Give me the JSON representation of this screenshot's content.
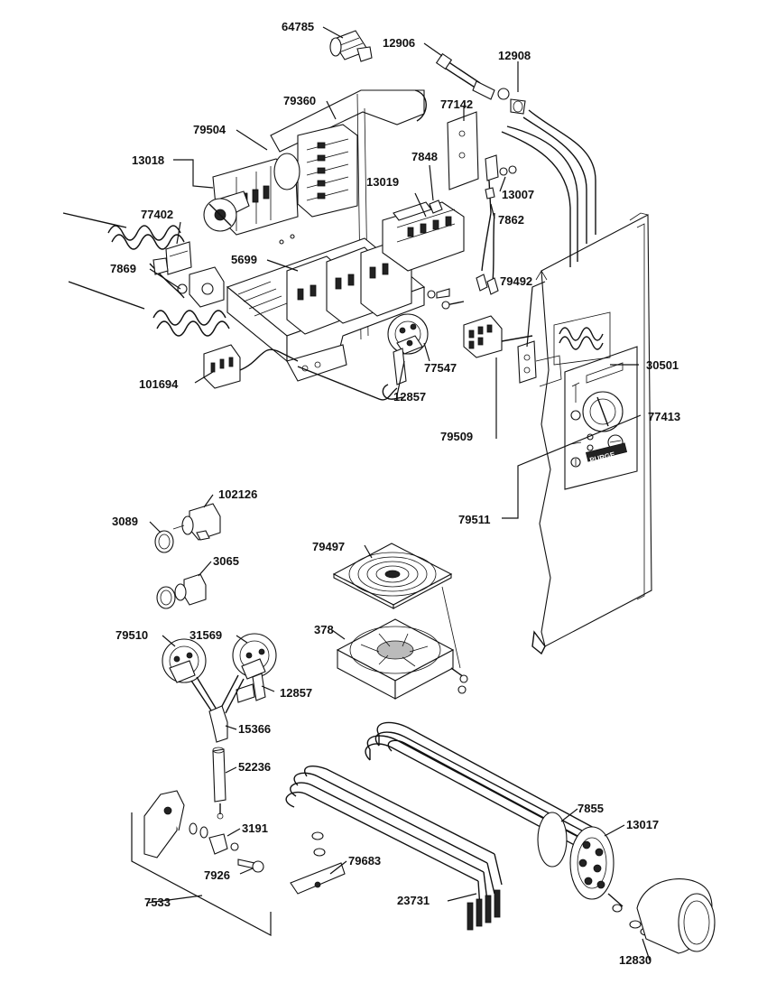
{
  "diagram": {
    "part_labels": [
      {
        "key": "p64785",
        "text": "64785"
      },
      {
        "key": "p12906",
        "text": "12906"
      },
      {
        "key": "p12908",
        "text": "12908"
      },
      {
        "key": "p79360",
        "text": "79360"
      },
      {
        "key": "p79504",
        "text": "79504"
      },
      {
        "key": "p77142",
        "text": "77142"
      },
      {
        "key": "p13018",
        "text": "13018"
      },
      {
        "key": "p7848",
        "text": "7848"
      },
      {
        "key": "p13019",
        "text": "13019"
      },
      {
        "key": "p13007",
        "text": "13007"
      },
      {
        "key": "p77402",
        "text": "77402"
      },
      {
        "key": "p7862",
        "text": "7862"
      },
      {
        "key": "p5699",
        "text": "5699"
      },
      {
        "key": "p7869",
        "text": "7869"
      },
      {
        "key": "p79492",
        "text": "79492"
      },
      {
        "key": "p77547",
        "text": "77547"
      },
      {
        "key": "p30501",
        "text": "30501"
      },
      {
        "key": "p101694",
        "text": "101694"
      },
      {
        "key": "p12857a",
        "text": "12857"
      },
      {
        "key": "p77413",
        "text": "77413"
      },
      {
        "key": "p79509",
        "text": "79509"
      },
      {
        "key": "p102126",
        "text": "102126"
      },
      {
        "key": "p79511",
        "text": "79511"
      },
      {
        "key": "p3089",
        "text": "3089"
      },
      {
        "key": "p79497",
        "text": "79497"
      },
      {
        "key": "p3065",
        "text": "3065"
      },
      {
        "key": "p378",
        "text": "378"
      },
      {
        "key": "p79510",
        "text": "79510"
      },
      {
        "key": "p31569",
        "text": "31569"
      },
      {
        "key": "p12857b",
        "text": "12857"
      },
      {
        "key": "p15366",
        "text": "15366"
      },
      {
        "key": "p52236",
        "text": "52236"
      },
      {
        "key": "p7855",
        "text": "7855"
      },
      {
        "key": "p13017",
        "text": "13017"
      },
      {
        "key": "p3191",
        "text": "3191"
      },
      {
        "key": "p79683",
        "text": "79683"
      },
      {
        "key": "p7926",
        "text": "7926"
      },
      {
        "key": "p23731",
        "text": "23731"
      },
      {
        "key": "p7533",
        "text": "7533"
      },
      {
        "key": "p12830",
        "text": "12830"
      }
    ],
    "panel_logo": "PURGE"
  }
}
